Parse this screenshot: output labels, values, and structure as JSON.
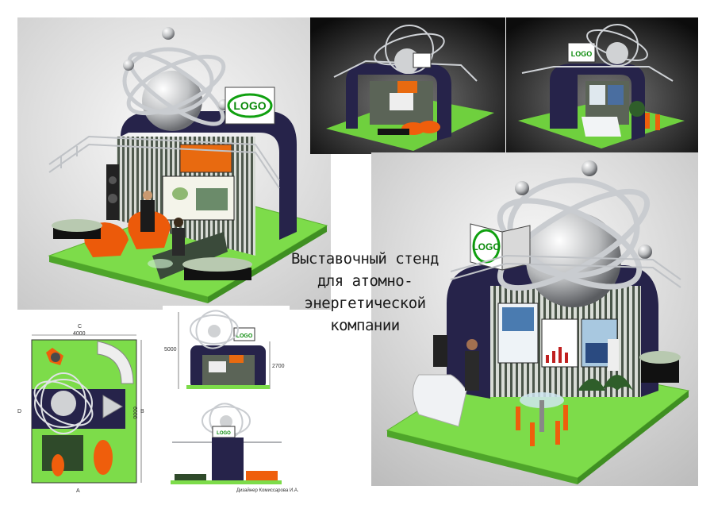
{
  "caption": {
    "line1": "Выставочный стенд",
    "line2": "для атомно-",
    "line3": "энергетической",
    "line4": "компании"
  },
  "logo": {
    "text": "LOGO"
  },
  "plan": {
    "label_c": "C",
    "width": "4000",
    "label_a": "A",
    "label_b": "B",
    "label_d": "D",
    "depth": "6000"
  },
  "elevation": {
    "height_total": "5000",
    "height_box": "2700"
  },
  "designer": "Дизайнер  Комиссарова И.А.",
  "colors": {
    "floor": "#7ddc4a",
    "booth": "#26234a",
    "stripe": "#5d6b5c",
    "orange": "#f06010",
    "chrome": "#d0d2d4"
  }
}
